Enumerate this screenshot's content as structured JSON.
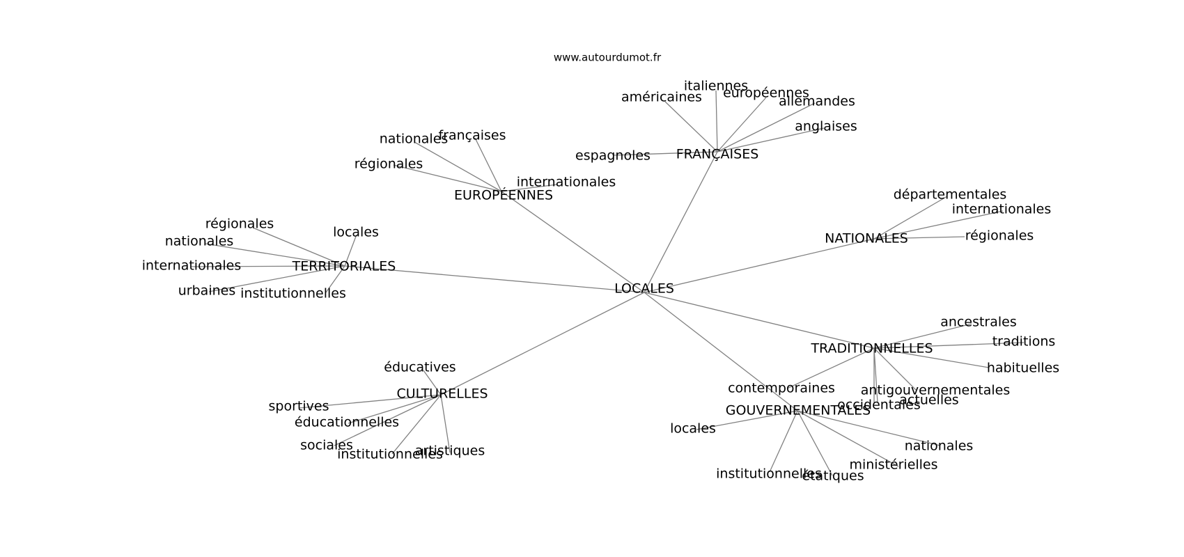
{
  "source": "www.autourdumot.fr",
  "center": "LOCALES",
  "edge_color": "#808080",
  "hubs": [
    {
      "id": "francaises",
      "label": "FRANÇAISES",
      "leaves": [
        "italiennes",
        "européennes",
        "américaines",
        "allemandes",
        "anglaises",
        "espagnoles"
      ]
    },
    {
      "id": "europeennes",
      "label": "EUROPÉENNES",
      "leaves": [
        "françaises",
        "nationales",
        "régionales",
        "internationales"
      ]
    },
    {
      "id": "territoriales",
      "label": "TERRITORIALES",
      "leaves": [
        "régionales",
        "locales",
        "nationales",
        "internationales",
        "urbaines",
        "institutionnelles"
      ]
    },
    {
      "id": "nationales",
      "label": "NATIONALES",
      "leaves": [
        "départementales",
        "internationales",
        "régionales"
      ]
    },
    {
      "id": "traditionnelles",
      "label": "TRADITIONNELLES",
      "leaves": [
        "ancestrales",
        "traditions",
        "habituelles",
        "antigouvernementales",
        "actuelles",
        "contemporaines",
        "occidentales"
      ]
    },
    {
      "id": "gouvernementales",
      "label": "GOUVERNEMENTALES",
      "leaves": [
        "locales",
        "nationales",
        "ministérielles",
        "étatiques",
        "institutionnelles"
      ]
    },
    {
      "id": "culturelles",
      "label": "CULTURELLES",
      "leaves": [
        "éducatives",
        "sportives",
        "éducationnelles",
        "sociales",
        "institutionnelles",
        "artistiques"
      ]
    }
  ]
}
